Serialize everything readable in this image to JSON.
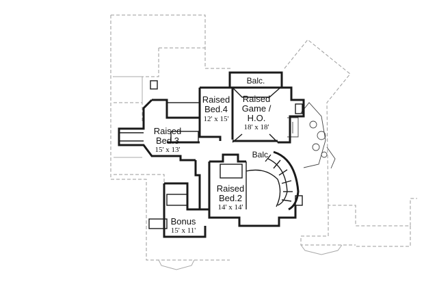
{
  "rooms": {
    "bed4": {
      "line1": "Raised",
      "line2": "Bed.4",
      "dims": "12' x 15'"
    },
    "game": {
      "line1": "Raised",
      "line2": "Game /",
      "line3": "H.O.",
      "dims": "18' x 18'"
    },
    "bed3": {
      "line1": "Raised",
      "line2": "Bed.3",
      "dims": "15' x 13'"
    },
    "bed2": {
      "line1": "Raised",
      "line2": "Bed.2",
      "dims": "14' x 14'"
    },
    "bonus": {
      "line1": "Bonus",
      "dims": "15' x 11'"
    },
    "balc_top": {
      "label": "Balc."
    },
    "balc_mid": {
      "label": "Balc."
    }
  },
  "colors": {
    "wall": "#1a1a1a",
    "ghost": "#9a9a9a",
    "background": "#ffffff"
  }
}
